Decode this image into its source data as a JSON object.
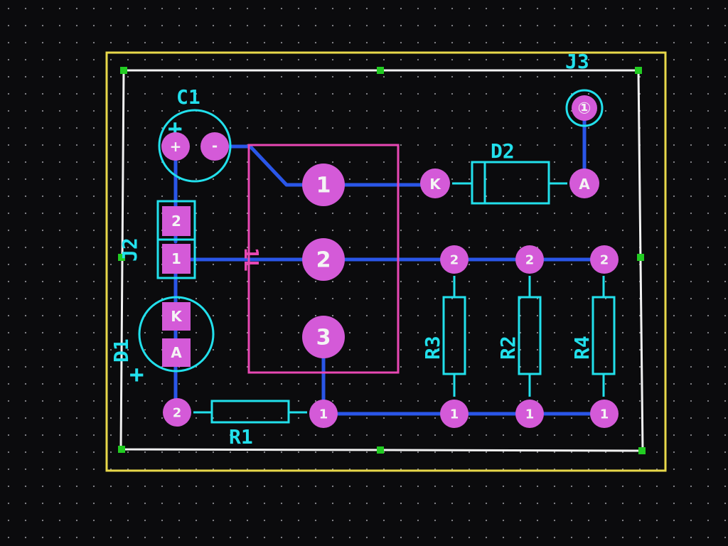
{
  "colors": {
    "background": "#0b0b0d",
    "grid_dot": "#8a8a90",
    "board_outline": "#e8d84a",
    "keepout": "#f2f2f2",
    "silkscreen": "#22e0ec",
    "pad": "#d45ad8",
    "pad_text": "#f4f4f4",
    "trace": "#2a56e8",
    "ic_outline": "#e848b4",
    "ic_label": "#e848b4",
    "handle": "#22cc22"
  },
  "labels": {
    "J3": "J3",
    "C1": "C1",
    "D2": "D2",
    "J2": "J2",
    "D1": "D1",
    "IC1": "1L",
    "R1": "R1",
    "R2": "R2",
    "R3": "R3",
    "R4": "R4",
    "plus_c1": "+",
    "plus_d1": "+"
  },
  "pads": {
    "c1_plus": "+",
    "c1_minus": "-",
    "ic_1": "1",
    "ic_2": "2",
    "ic_3": "3",
    "d2_k": "K",
    "d2_a": "A",
    "j3_1": "①",
    "j2_2": "2",
    "j2_1": "1",
    "d1_k": "K",
    "d1_a": "A",
    "r1_2": "2",
    "r1_1": "1",
    "r3_2": "2",
    "r3_1": "1",
    "r2_2": "2",
    "r2_1": "1",
    "r4_2": "2",
    "r4_1": "1"
  }
}
